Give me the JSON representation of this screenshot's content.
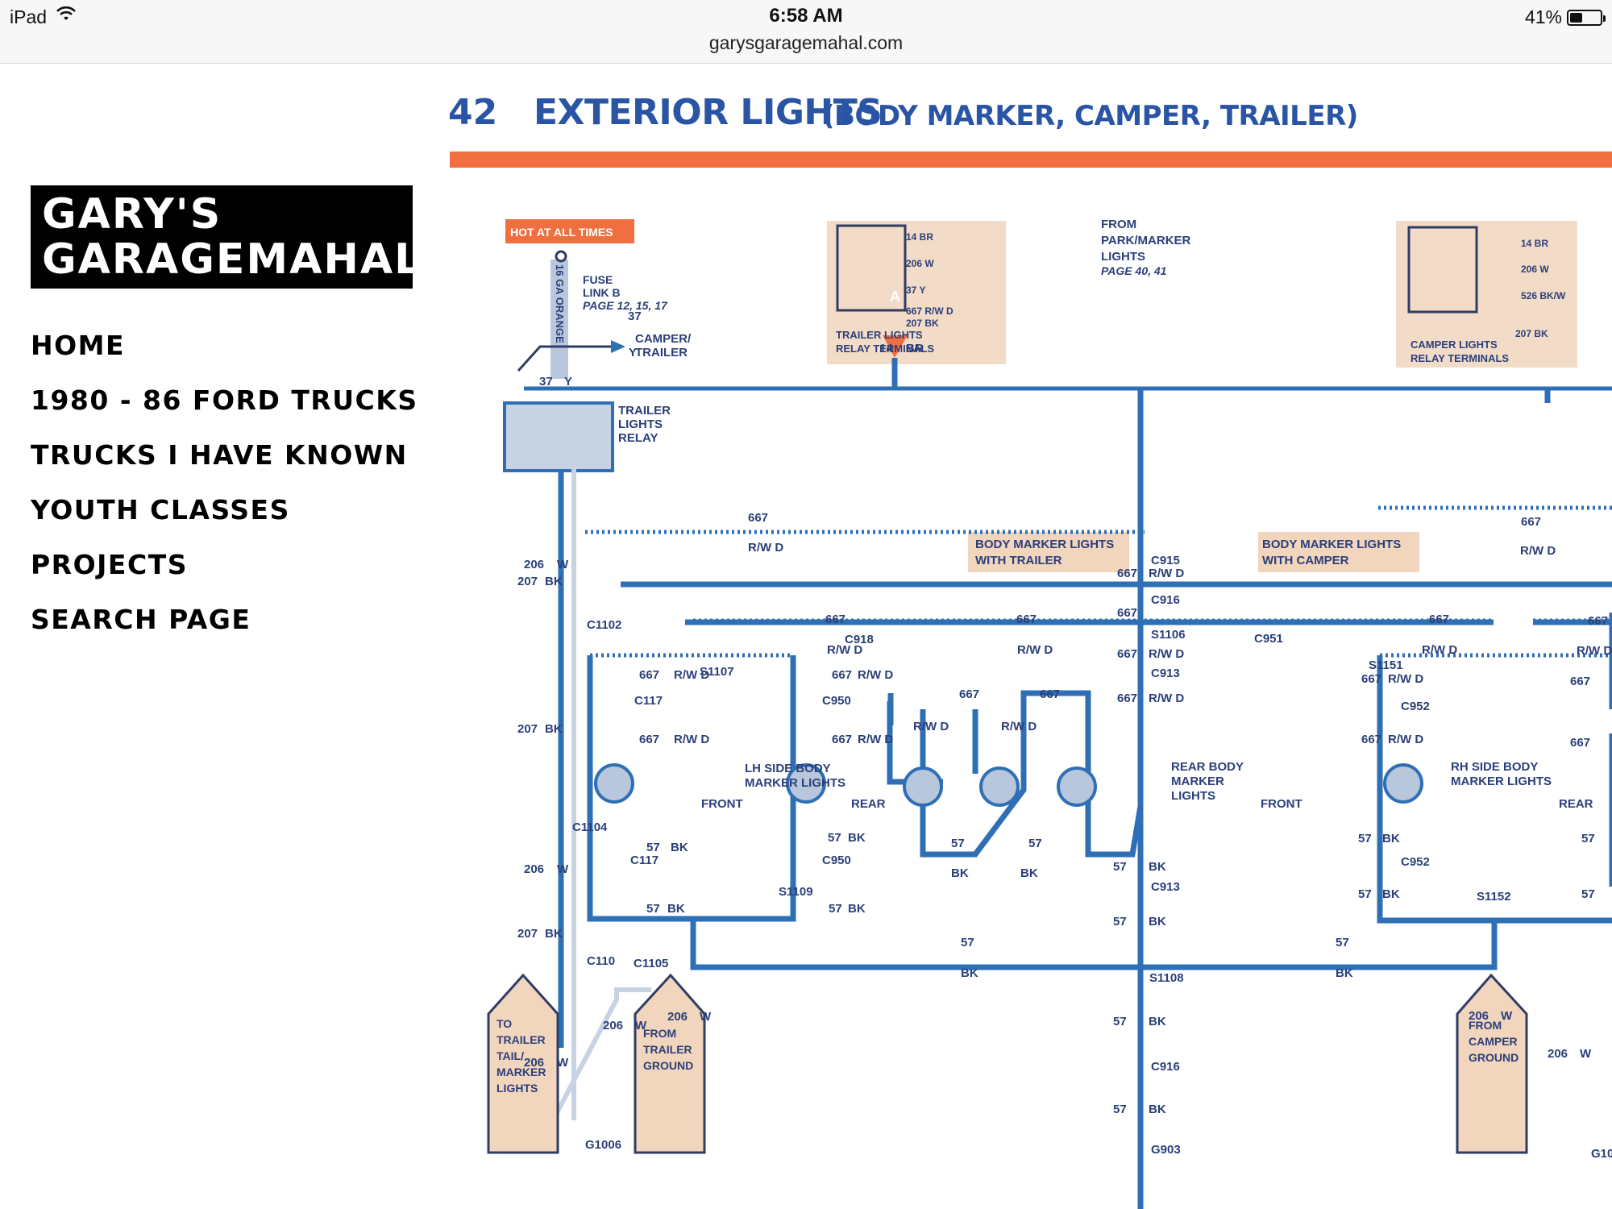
{
  "status_bar": {
    "device": "iPad",
    "time": "6:58 AM",
    "url": "garysgaragemahal.com",
    "battery": "41%",
    "battery_level": 0.41,
    "wifi_icon": "wifi-icon",
    "battery_icon": "battery-icon"
  },
  "site": {
    "logo_line1": "GARY'S",
    "logo_line2": "GARAGEMAHAL"
  },
  "nav": {
    "items": [
      {
        "label": "HOME"
      },
      {
        "label": "1980 - 86 FORD TRUCKS"
      },
      {
        "label": "TRUCKS I HAVE KNOWN"
      },
      {
        "label": "YOUTH CLASSES"
      },
      {
        "label": "PROJECTS"
      },
      {
        "label": "SEARCH PAGE"
      }
    ]
  },
  "diagram": {
    "page_number": "42",
    "title": "EXTERIOR LIGHTS",
    "subtitle": "(BODY MARKER, CAMPER, TRAILER)",
    "colors": {
      "wire": "#2f6fb5",
      "header_bar": "#ef6f3f",
      "box_fill": "#f1d5bd",
      "text": "#2b3f7a"
    },
    "hot_tag": "HOT AT ALL TIMES",
    "fuse_line1": "FUSE",
    "fuse_line2": "LINK B",
    "fuse_page": "PAGE 12, 15, 17",
    "gauge": "16 GA ORANGE",
    "camper_trailer_line1": "CAMPER/",
    "camper_trailer_line2": "TRAILER",
    "relay_label_line1": "TRAILER",
    "relay_label_line2": "LIGHTS",
    "relay_label_line3": "RELAY",
    "trailer_terminals": {
      "t1": "14 BR",
      "t2": "206 W",
      "t3": "37 Y",
      "t4": "667 R/W D",
      "t5": "207 BK",
      "caption1": "TRAILER LIGHTS",
      "caption2": "RELAY TERMINALS"
    },
    "camper_terminals": {
      "t1": "14 BR",
      "t2": "206 W",
      "t3": "526 BK/W",
      "t4": "207 BK",
      "caption1": "CAMPER LIGHTS",
      "caption2": "RELAY TERMINALS"
    },
    "from_park_line1": "FROM",
    "from_park_line2": "PARK/MARKER",
    "from_park_line3": "LIGHTS",
    "from_park_page": "PAGE 40, 41",
    "from_park_marker": "A",
    "bm_trailer_line1": "BODY MARKER LIGHTS",
    "bm_trailer_line2": "WITH TRAILER",
    "bm_camper_line1": "BODY MARKER LIGHTS",
    "bm_camper_line2": "WITH CAMPER",
    "lh_line1": "LH SIDE BODY",
    "lh_line2": "MARKER LIGHTS",
    "rh_line1": "RH SIDE BODY",
    "rh_line2": "MARKER LIGHTS",
    "rear_line1": "REAR BODY",
    "rear_line2": "MARKER",
    "rear_line3": "LIGHTS",
    "front": "FRONT",
    "rear": "REAR",
    "to_trailer": [
      "TO",
      "TRAILER",
      "TAIL/",
      "MARKER",
      "LIGHTS"
    ],
    "from_trailer_ground": [
      "FROM",
      "TRAILER",
      "GROUND"
    ],
    "from_camper_ground": [
      "FROM",
      "CAMPER",
      "GROUND"
    ],
    "wires": {
      "w14": "14",
      "br": "BR",
      "w37": "37",
      "y": "Y",
      "w667": "667",
      "rwd": "R/W D",
      "w206": "206",
      "w": "W",
      "w207": "207",
      "bk": "BK",
      "w57": "57"
    },
    "connectors": {
      "c1102": "C1102",
      "c1104": "C1104",
      "c110": "C110",
      "c1105": "C1105",
      "g1006": "G1006",
      "c918": "C918",
      "c915": "C915",
      "c916": "C916",
      "s1106": "S1106",
      "c913": "C913",
      "c951": "C951",
      "s1151": "S1151",
      "s1107": "S1107",
      "c117": "C117",
      "c950": "C950",
      "c952": "C952",
      "s1109": "S1109",
      "s1152": "S1152",
      "s1108": "S1108",
      "g903": "G903",
      "g10": "G10"
    }
  }
}
